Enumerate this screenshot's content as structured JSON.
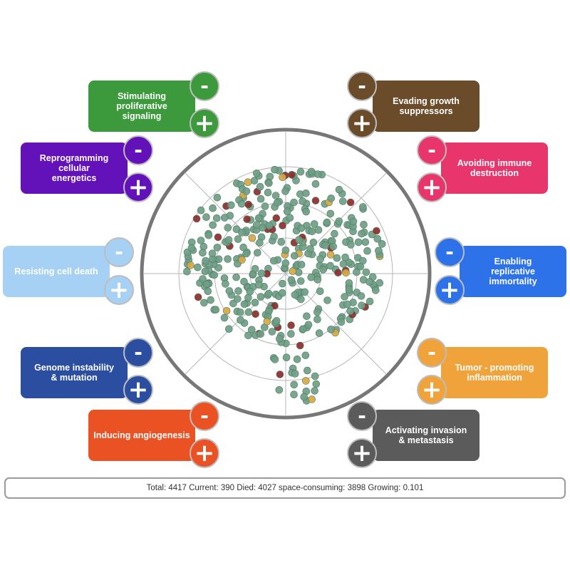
{
  "hallmarks": [
    {
      "id": "proliferative",
      "label": "Stimulating proliferative signaling",
      "lines": [
        "Stimulating",
        "proliferative",
        "signaling"
      ],
      "color": "#3c9a3c"
    },
    {
      "id": "energetics",
      "label": "Reprogramming cellular energetics",
      "lines": [
        "Reprogramming cellular",
        "energetics"
      ],
      "color": "#6311b8"
    },
    {
      "id": "cell-death",
      "label": "Resisting cell death",
      "lines": [
        "Resisting cell death"
      ],
      "color": "#a7d0f5"
    },
    {
      "id": "genome",
      "label": "Genome instability & mutation",
      "lines": [
        "Genome instability",
        "& mutation"
      ],
      "color": "#2b4ea0"
    },
    {
      "id": "angiogenesis",
      "label": "Inducing angiogenesis",
      "lines": [
        "Inducing angiogenesis"
      ],
      "color": "#ea5224"
    },
    {
      "id": "growth-suppressors",
      "label": "Evading growth suppressors",
      "lines": [
        "Evading growth",
        "suppressors"
      ],
      "color": "#6b4c2a"
    },
    {
      "id": "immune",
      "label": "Avoiding immune destruction",
      "lines": [
        "Avoiding immune",
        "destruction"
      ],
      "color": "#e8356b"
    },
    {
      "id": "immortality",
      "label": "Enabling replicative immortality",
      "lines": [
        "Enabling",
        "replicative",
        "immortality"
      ],
      "color": "#2d72e8"
    },
    {
      "id": "inflammation",
      "label": "Tumor - promoting inflammation",
      "lines": [
        "Tumor - promoting",
        "inflammation"
      ],
      "color": "#f0a33a"
    },
    {
      "id": "invasion",
      "label": "Activating invasion & metastasis",
      "lines": [
        "Activating invasion",
        "& metastasis"
      ],
      "color": "#5b5b5b"
    }
  ],
  "buttons": {
    "minus_label": "-",
    "plus_label": "+"
  },
  "cell_colors": {
    "normal": "#6f9e86",
    "mutant": "#8e2a2a",
    "inflamed": "#d9a83f"
  },
  "status": "Total: 4417 Current: 390 Died: 4027 space-consuming: 3898 Growing: 0.101"
}
